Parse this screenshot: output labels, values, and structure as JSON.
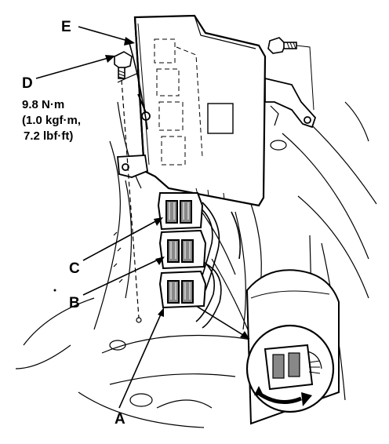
{
  "callouts": {
    "A": "A",
    "B": "B",
    "C": "C",
    "D": "D",
    "E": "E"
  },
  "torque_spec": {
    "line1": "9.8 N·m",
    "line2": "(1.0 kgf·m,",
    "line3": "7.2 lbf·ft)"
  },
  "colors": {
    "ink": "#000000",
    "paper": "#ffffff",
    "shade": "#888888"
  }
}
